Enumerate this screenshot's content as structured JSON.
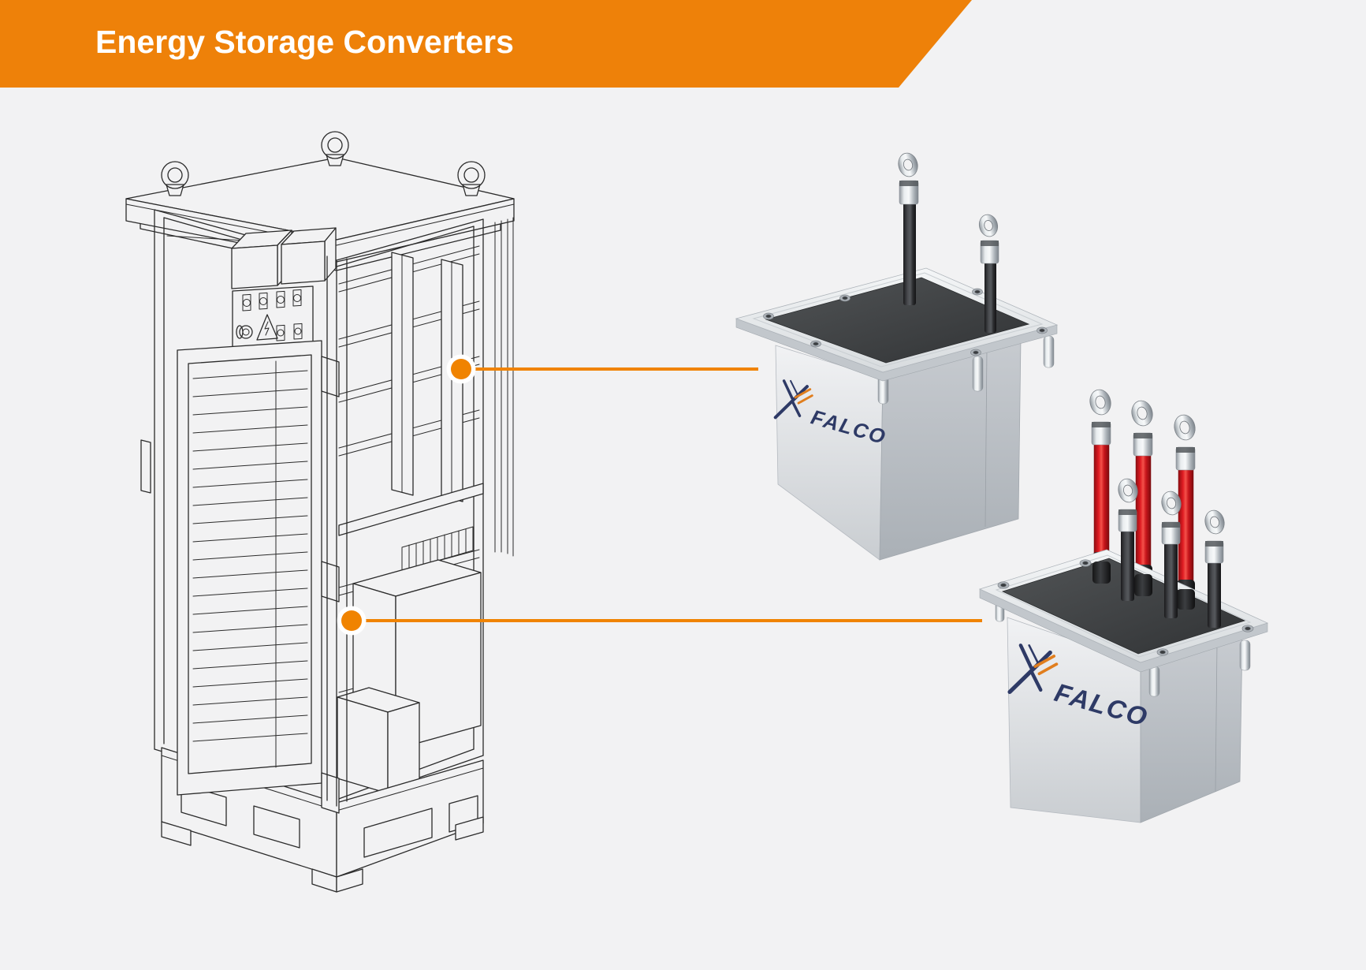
{
  "header": {
    "title": "Energy Storage Converters"
  },
  "products": [
    {
      "brand": "FALCO",
      "description": "converter module, two black ring-terminal cables"
    },
    {
      "brand": "FALCO",
      "description": "converter module, three red and three black ring-terminal cables"
    }
  ],
  "cabinet": {
    "description": "energy storage converter cabinet wireframe drawing"
  },
  "colors": {
    "background": "#F2F2F3",
    "banner_orange": "#EE8109",
    "connector_orange": "#F08300",
    "logo_navy": "#2E3A66",
    "logo_orange": "#E07E1E",
    "cable_red": "#D4191F",
    "line_art": "#2B2B2B"
  }
}
